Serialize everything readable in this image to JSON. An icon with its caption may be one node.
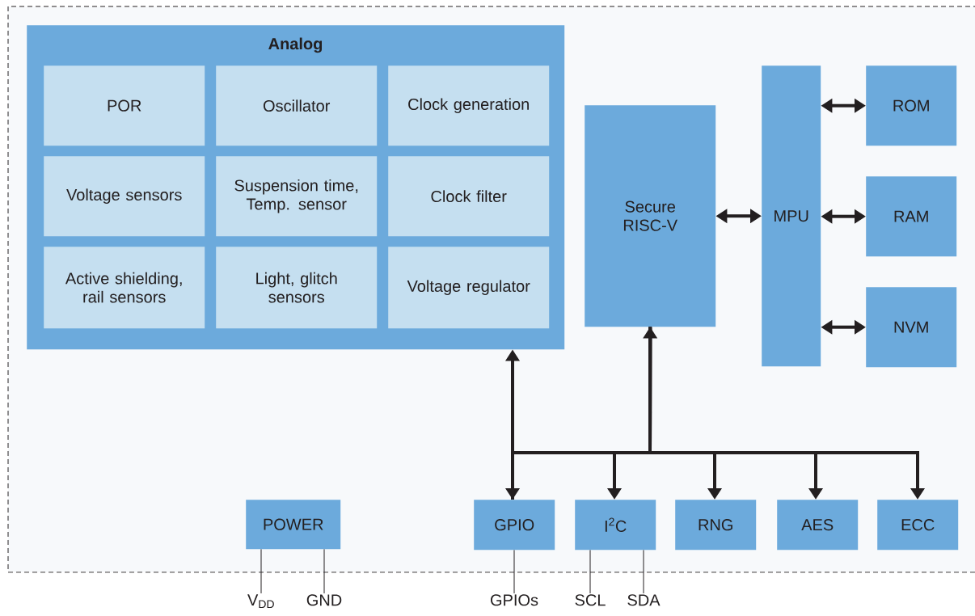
{
  "diagram": {
    "nodes": [
      {
        "text": [
          "Analog"
        ]
      },
      {
        "text": [
          "POR"
        ],
        "in": 0
      },
      {
        "text": [
          "Oscillator"
        ],
        "in": 0
      },
      {
        "text": [
          "Clock generation"
        ],
        "in": 0
      },
      {
        "text": [
          "Voltage sensors"
        ],
        "in": 0
      },
      {
        "text": [
          "Suspension time, Temp. sensor"
        ],
        "in": 0
      },
      {
        "text": [
          "Clock filter"
        ],
        "in": 0
      },
      {
        "text": [
          "Active shielding, rail sensors"
        ],
        "in": 0
      },
      {
        "text": [
          "Light, glitch sensors"
        ],
        "in": 0
      },
      {
        "text": [
          "Voltage regulator"
        ],
        "in": 0
      },
      {
        "text": [
          "Secure RISC-V"
        ]
      },
      {
        "text": [
          "MPU"
        ]
      },
      {
        "text": [
          "ROM"
        ]
      },
      {
        "text": [
          "RAM"
        ]
      },
      {
        "text": [
          "NVM"
        ]
      },
      {
        "text": [
          "POWER"
        ]
      },
      {
        "text": [
          "GPIO"
        ]
      },
      {
        "text": [
          "I$^{2}$C"
        ]
      },
      {
        "text": [
          "RNG"
        ]
      },
      {
        "text": [
          "AES"
        ]
      },
      {
        "text": [
          "ECC"
        ]
      },
      {
        "text": [
          "V$_{DD}$"
        ]
      },
      {
        "text": [
          "GND"
        ]
      },
      {
        "text": [
          "GPIOs"
        ]
      },
      {
        "text": [
          "SCL"
        ]
      },
      {
        "text": [
          "SDA"
        ]
      }
    ],
    "edges": [
      {
        "from": 10,
        "to": 11,
        "arrow": "both"
      },
      {
        "from": 11,
        "to": 12,
        "arrow": "both"
      },
      {
        "from": 11,
        "to": 13,
        "arrow": "both"
      },
      {
        "from": 11,
        "to": 14,
        "arrow": "both"
      },
      {
        "from": 16,
        "to": 0,
        "arrow": "both"
      },
      {
        "from": 16,
        "to": 10,
        "arrow": "to"
      },
      {
        "from": 10,
        "to": 17,
        "arrow": "to"
      },
      {
        "from": 10,
        "to": 18,
        "arrow": "to"
      },
      {
        "from": 10,
        "to": 19,
        "arrow": "to"
      },
      {
        "from": 10,
        "to": 20,
        "arrow": "to"
      },
      {
        "from": 15,
        "to": 21,
        "arrow": "none"
      },
      {
        "from": 15,
        "to": 22,
        "arrow": "none"
      },
      {
        "from": 16,
        "to": 23,
        "arrow": "none"
      },
      {
        "from": 17,
        "to": 24,
        "arrow": "none"
      },
      {
        "from": 17,
        "to": 25,
        "arrow": "none"
      }
    ]
  }
}
